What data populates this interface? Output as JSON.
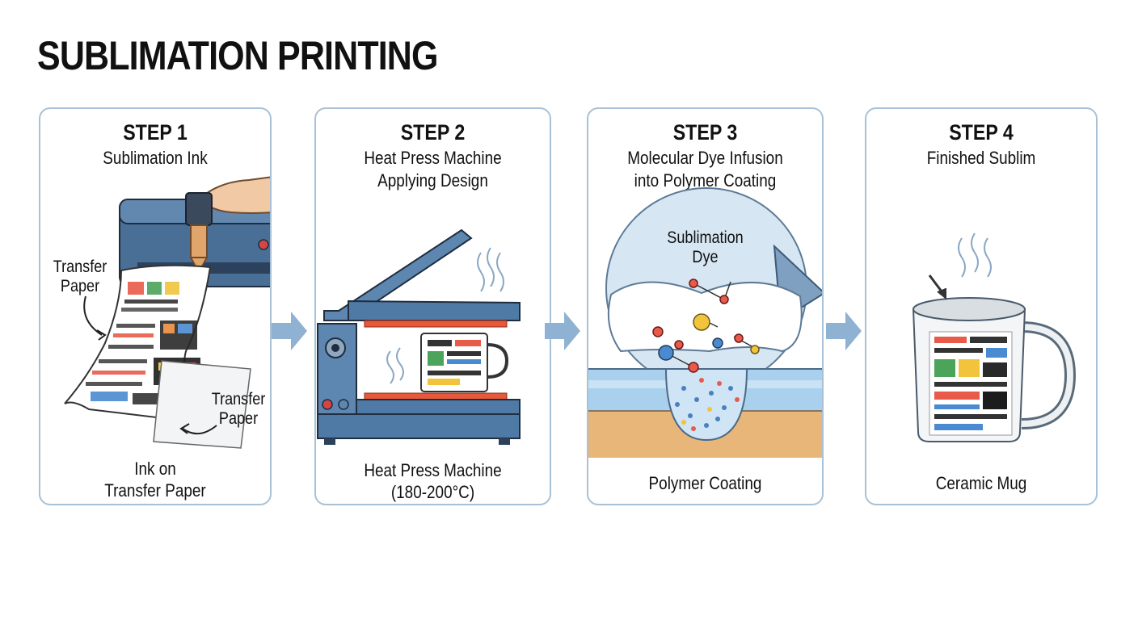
{
  "title": "SUBLIMATION PRINTING",
  "steps": [
    {
      "step": "STEP 1",
      "caption": [
        "Sublimation Ink"
      ],
      "labels": {
        "transfer_paper_left": "Transfer\nPaper",
        "transfer_paper_right": "Transfer\nPaper"
      },
      "footer": [
        "Ink on",
        "Transfer Paper"
      ]
    },
    {
      "step": "STEP 2",
      "caption": [
        "Heat Press Machine",
        "Applying Design"
      ],
      "footer": [
        "Heat Press Machine",
        "(180-200°C)"
      ]
    },
    {
      "step": "STEP 3",
      "caption": [
        "Molecular Dye Infusion",
        "into Polymer Coating"
      ],
      "labels": {
        "dye": "Sublimation\nDye"
      },
      "footer": [
        "Polymer Coating"
      ]
    },
    {
      "step": "STEP 4",
      "caption": [
        "Finished Sublim"
      ],
      "footer": [
        "Ceramic Mug"
      ]
    }
  ],
  "colors": {
    "panel_border": "#a9c1d6",
    "machine_blue": "#4f7aa6",
    "arrow": "#8fb1d2",
    "heat_plate": "#e8583a",
    "polymer": "#e9b67a",
    "coating": "#a9d0ec"
  }
}
